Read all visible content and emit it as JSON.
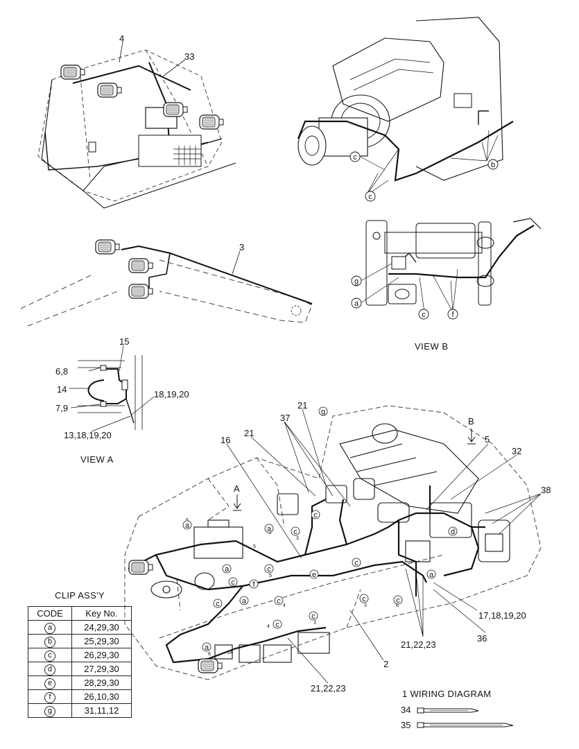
{
  "views": {
    "view_a": {
      "title": "VIEW  A",
      "labels": [
        "15",
        "6,8",
        "14",
        "7,9",
        "18,19,20",
        "13,18,19,20"
      ]
    },
    "view_b": {
      "title": "VIEW  B"
    }
  },
  "callouts": {
    "top_left_4": "4",
    "top_left_33": "33",
    "boom_3": "3",
    "main_21a": "21",
    "main_37": "37",
    "main_21b": "21",
    "main_16": "16",
    "main_b_arrow": "B",
    "main_a_arrow": "A",
    "main_5": "5",
    "main_32": "32",
    "main_38": "38",
    "main_17": "17,18,19,20",
    "main_36": "36",
    "main_21_22_23a": "21,22,23",
    "main_2": "2",
    "main_21_22_23b": "21,22,23"
  },
  "clip_markers": {
    "a": "a",
    "b": "b",
    "c": "c",
    "d": "d",
    "e": "e",
    "f": "f",
    "g": "g"
  },
  "clip_table": {
    "title": "CLIP ASS'Y",
    "headers": [
      "CODE",
      "Key  No."
    ],
    "rows": [
      {
        "code": "a",
        "keys": "24,29,30"
      },
      {
        "code": "b",
        "keys": "25,29,30"
      },
      {
        "code": "c",
        "keys": "26,29,30"
      },
      {
        "code": "d",
        "keys": "27,29,30"
      },
      {
        "code": "e",
        "keys": "28,29,30"
      },
      {
        "code": "f",
        "keys": "26,10,30"
      },
      {
        "code": "g",
        "keys": "31,11,12"
      }
    ]
  },
  "wiring": {
    "title": "1  WIRING DIAGRAM",
    "tie_34": "34",
    "tie_35": "35"
  },
  "colors": {
    "line": "#111111",
    "dash": "#444444",
    "background": "#ffffff"
  }
}
